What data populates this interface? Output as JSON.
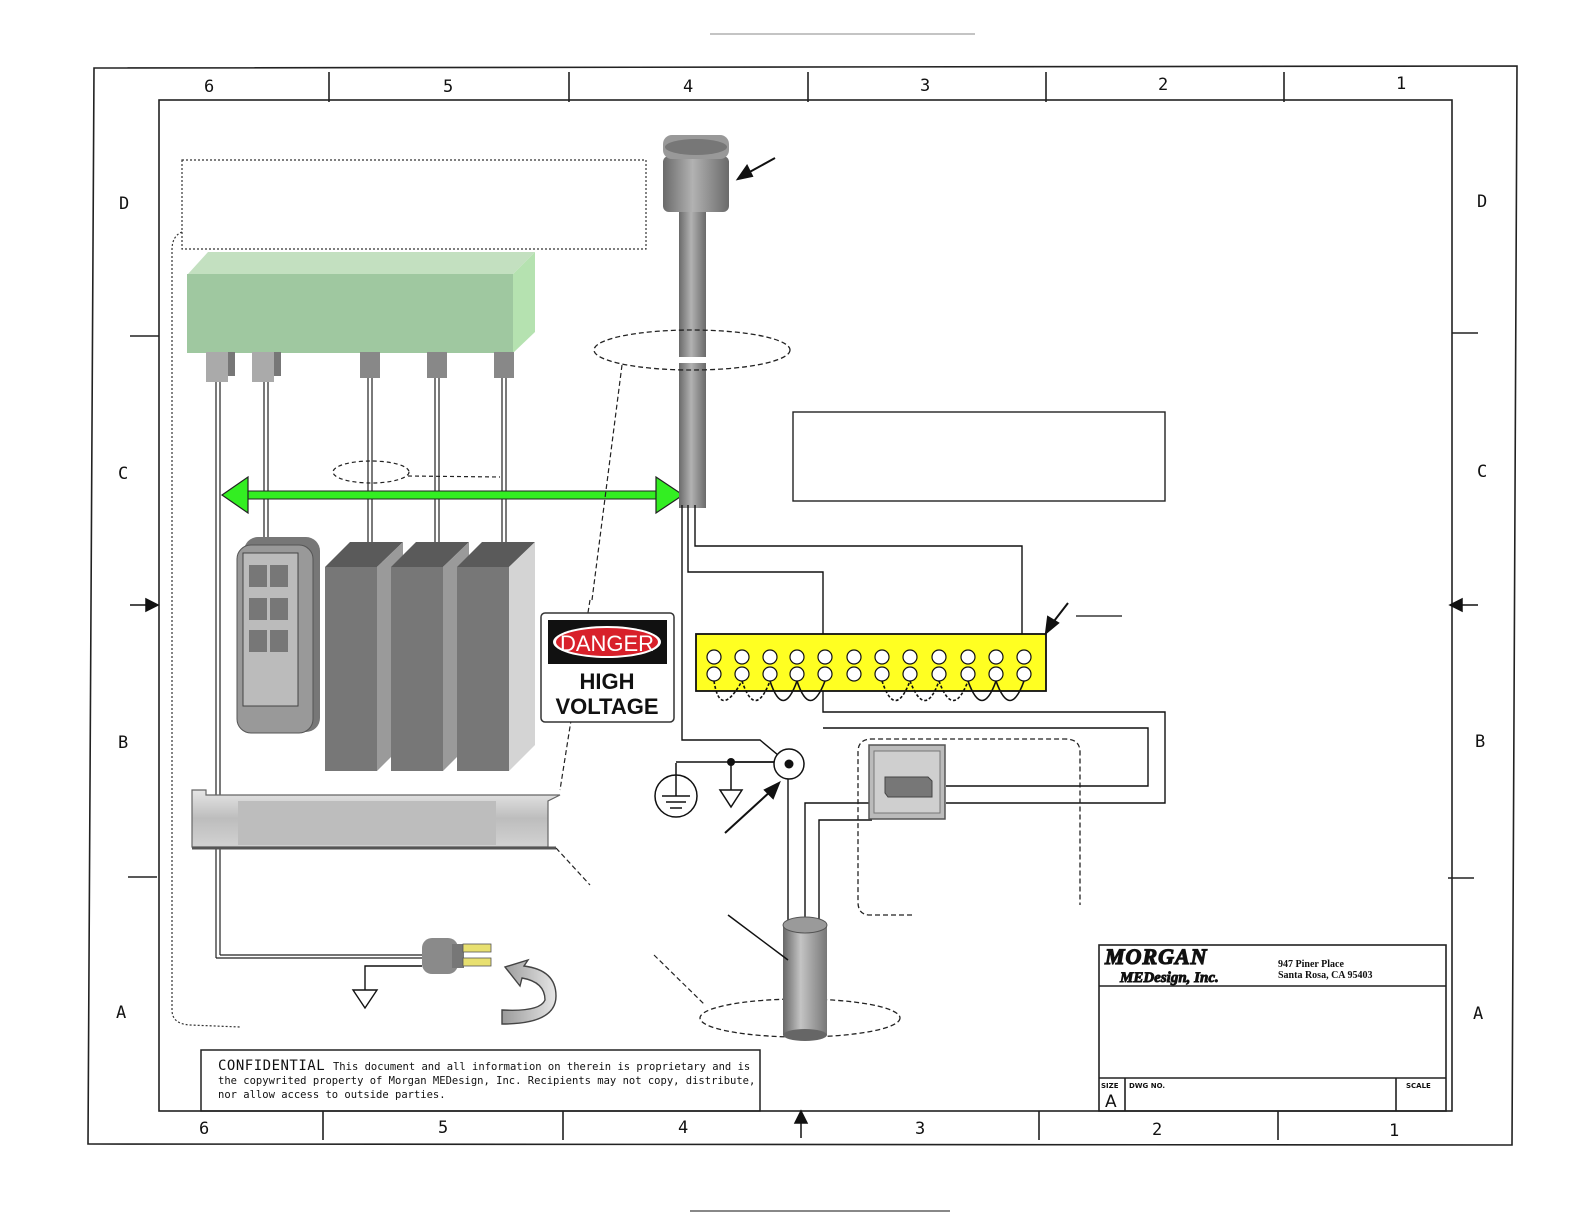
{
  "border": {
    "columns": [
      "6",
      "5",
      "4",
      "3",
      "2",
      "1"
    ],
    "rows": [
      "D",
      "C",
      "B",
      "A"
    ]
  },
  "danger_sign": {
    "header": "DANGER",
    "line1": "HIGH",
    "line2": "VOLTAGE"
  },
  "confidential": {
    "heading": "CONFIDENTIAL",
    "text": "This document and all information on therein is proprietary and is the copywrited property of Morgan MEDesign, Inc. Recipients may not copy, distribute, nor allow access to outside parties."
  },
  "title_block": {
    "company_line1": "MORGAN",
    "company_line2": "MEDesign, Inc.",
    "address_line1": "947 Piner Place",
    "address_line2": "Santa Rosa, CA 95403",
    "size_label": "SIZE",
    "size_value": "A",
    "dwg_label": "DWG NO.",
    "scale_label": "SCALE"
  },
  "colors": {
    "green_box": "#9fc8a0",
    "arrow_green": "#33ee22",
    "terminal_yellow": "#ffff22",
    "danger_red": "#d8202a",
    "metal_gray": "#888888"
  },
  "icons": [
    "ground-icon",
    "arrow-icon",
    "curved-arrow-icon",
    "power-plug-icon",
    "switch-icon"
  ]
}
